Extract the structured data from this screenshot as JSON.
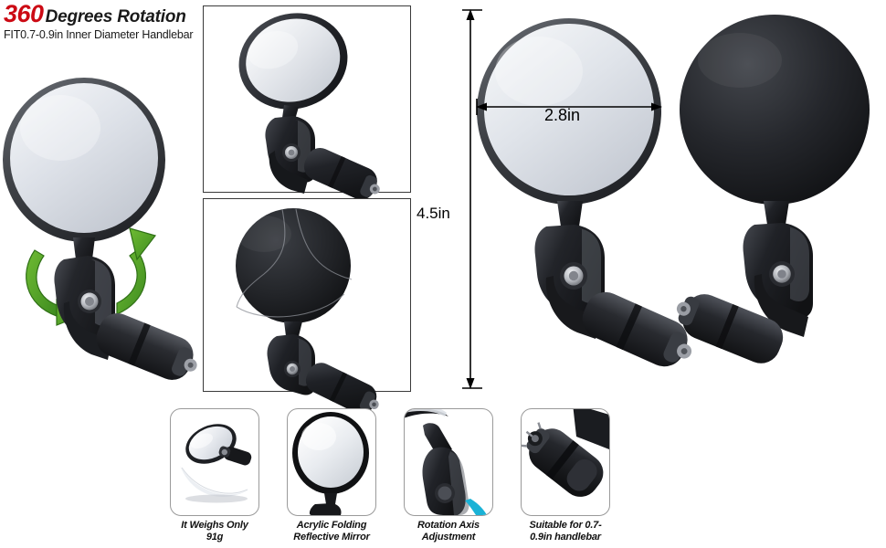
{
  "headline": {
    "number": "360",
    "suffix": "Degrees Rotation",
    "subtitle": "FIT0.7-0.9in Inner Diameter Handlebar",
    "number_color": "#cc0a14",
    "text_color": "#1a1a1a"
  },
  "dimensions": {
    "height_label": "4.5in",
    "width_label": "2.8in"
  },
  "panels": {
    "top": {
      "caption": "",
      "view": "front-angled-mirror"
    },
    "bottom": {
      "caption": "",
      "view": "rear-black-mirror"
    }
  },
  "product": {
    "main_left": "mirror-front-with-rotation-arrows",
    "center": "mirror-front-dimensioned",
    "right": "mirror-rear-view",
    "rotation_arrow_color": "#5ea82a",
    "mirror_glass_color": "#dfe3e9",
    "bezel_color": "#4a4d52",
    "body_color": "#1e2024"
  },
  "features": [
    {
      "icon": "feather-mirror-icon",
      "caption_line1": "It Weighs Only",
      "caption_line2": "91g"
    },
    {
      "icon": "round-mirror-icon",
      "caption_line1": "Acrylic Folding",
      "caption_line2": "Reflective Mirror"
    },
    {
      "icon": "hinge-joint-icon",
      "caption_line1": "Rotation Axis",
      "caption_line2": "Adjustment"
    },
    {
      "icon": "bar-end-plug-icon",
      "caption_line1": "Suitable for 0.7-",
      "caption_line2": "0.9in handlebar"
    }
  ]
}
